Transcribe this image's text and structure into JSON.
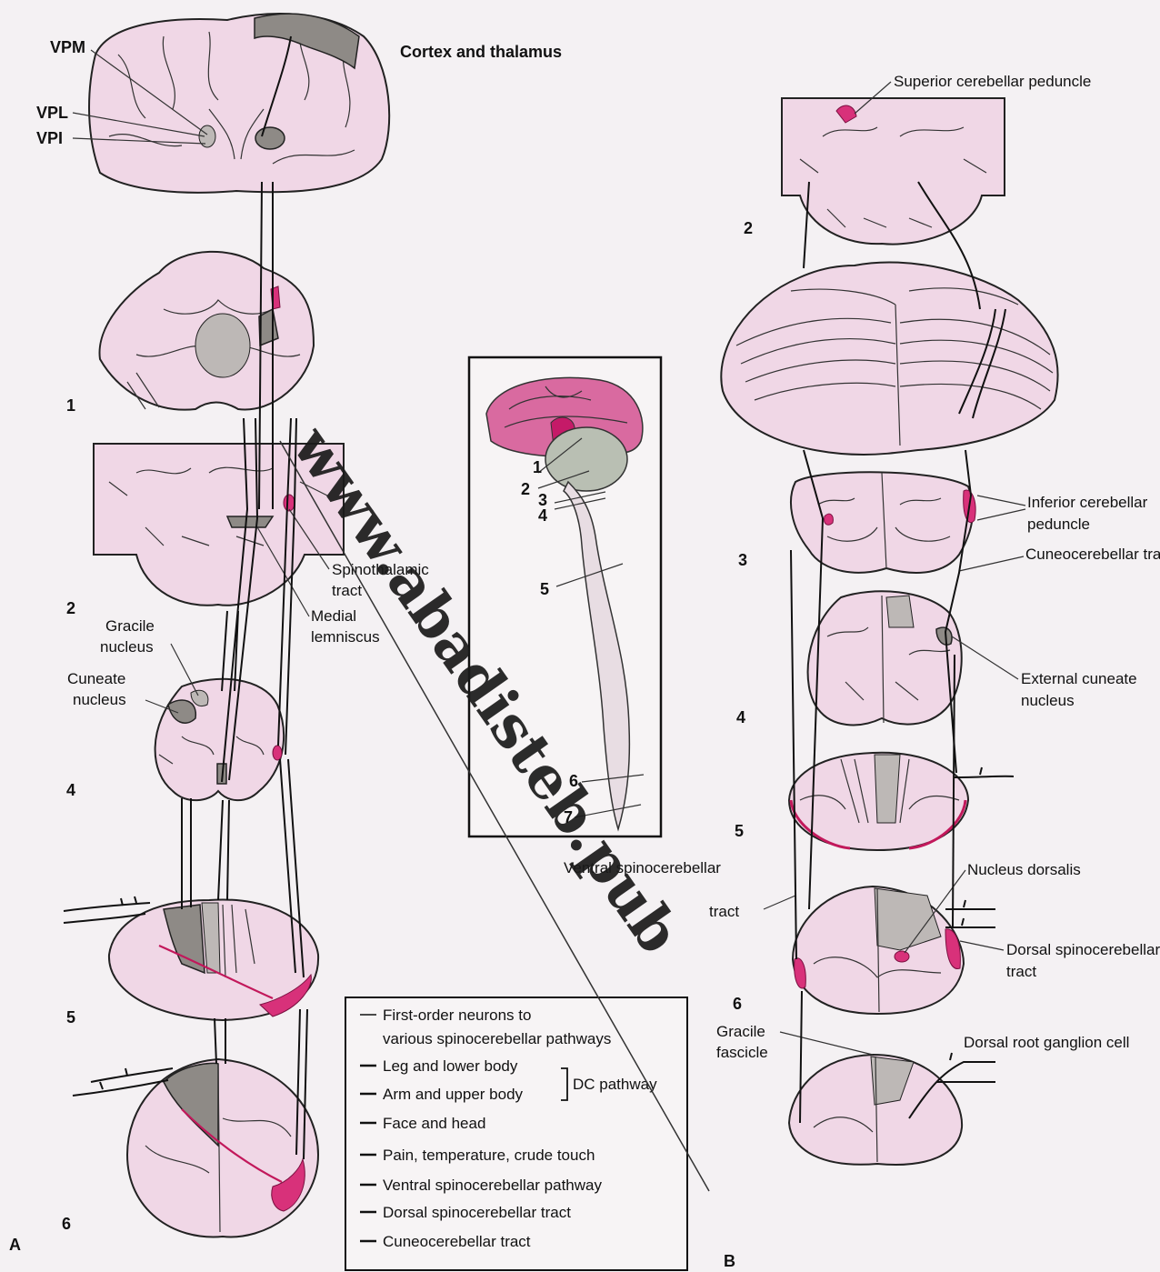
{
  "panel_a": {
    "letter": "A",
    "title": "Cortex and thalamus",
    "thalamic_nuclei": [
      "VPM",
      "VPL",
      "VPI"
    ],
    "level_numbers": [
      "1",
      "2",
      "4",
      "5",
      "6"
    ],
    "labels": {
      "spinothalamic_line1": "Spinothalamic",
      "spinothalamic_line2": "tract",
      "medial_lemniscus_line1": "Medial",
      "medial_lemniscus_line2": "lemniscus",
      "gracile_line1": "Gracile",
      "gracile_line2": "nucleus",
      "cuneate_line1": "Cuneate",
      "cuneate_line2": "nucleus"
    }
  },
  "center": {
    "levels": [
      "1",
      "2",
      "3",
      "4",
      "5",
      "6",
      "7"
    ],
    "ventral_line1": "Ventral spinocerebellar",
    "ventral_line2": "tract"
  },
  "legend": {
    "items": [
      {
        "text_line1": "First-order neurons to",
        "text_line2": "various spinocerebellar pathways"
      },
      {
        "text_line1": "Leg and lower body"
      },
      {
        "text_line1": "Arm and upper body"
      },
      {
        "text_line1": "Face and head"
      },
      {
        "text_line1": "Pain, temperature, crude touch"
      },
      {
        "text_line1": "Ventral spinocerebellar pathway"
      },
      {
        "text_line1": "Dorsal spinocerebellar tract"
      },
      {
        "text_line1": "Cuneocerebellar tract"
      }
    ],
    "group_label": "DC pathway"
  },
  "panel_b": {
    "letter": "B",
    "level_numbers": [
      "2",
      "3",
      "4",
      "5",
      "6"
    ],
    "labels": {
      "superior_cerebellar_peduncle": "Superior cerebellar peduncle",
      "inferior_line1": "Inferior cerebellar",
      "inferior_line2": "peduncle",
      "cuneocerebellar": "Cuneocerebellar tract",
      "external_line1": "External cuneate",
      "external_line2": "nucleus",
      "nucleus_dorsalis": "Nucleus dorsalis",
      "dorsal_sc_line1": "Dorsal spinocerebellar",
      "dorsal_sc_line2": "tract",
      "gracile_fascicle_line1": "Gracile",
      "gracile_fascicle_line2": "fascicle",
      "drg": "Dorsal root ganglion cell"
    }
  },
  "watermark": "www.abadisteb.pub",
  "colors": {
    "tissue": "#f0d7e6",
    "pathway_pink": "#d8317a",
    "nucleus_gray": "#8e8a86"
  }
}
